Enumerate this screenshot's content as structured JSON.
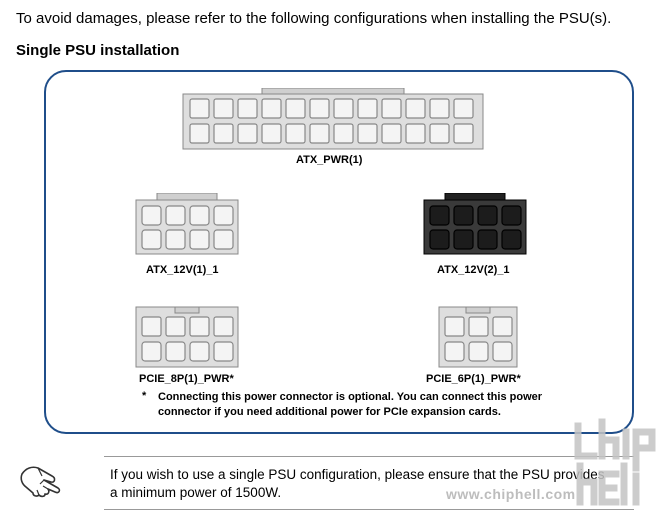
{
  "intro_text": "To avoid damages, please refer to the following configurations when installing the PSU(s).",
  "section_title": "Single PSU installation",
  "connectors": {
    "atx_pwr": {
      "label": "ATX_PWR(1)",
      "color": "#d4d4d4"
    },
    "atx_12v_1": {
      "label": "ATX_12V(1)_1",
      "color": "#d4d4d4"
    },
    "atx_12v_2": {
      "label": "ATX_12V(2)_1",
      "color": "#333333"
    },
    "pcie_8p": {
      "label": "PCIE_8P(1)_PWR*",
      "color": "#d4d4d4"
    },
    "pcie_6p": {
      "label": "PCIE_6P(1)_PWR*",
      "color": "#d4d4d4"
    }
  },
  "note": {
    "marker": "*",
    "text": "Connecting this power connector is optional. You can connect this power connector if you need additional power for PCIe expansion cards."
  },
  "tip": {
    "icon": "pointing-hand-icon",
    "text": "If you wish to use a single PSU configuration, please ensure that the PSU provides a minimum power of 1500W."
  },
  "watermark": {
    "url": "www.chiphell.com",
    "logo": "chiphell-logo"
  },
  "colors": {
    "frame": "#1f4e8a",
    "connector_light": "#d4d4d4",
    "connector_dark": "#333333"
  }
}
